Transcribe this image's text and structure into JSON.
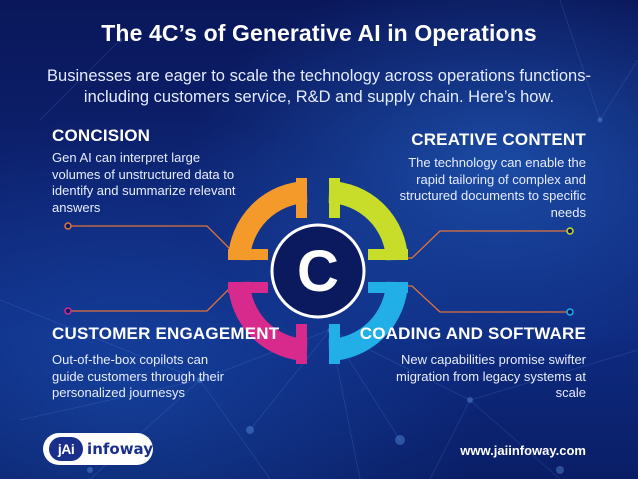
{
  "title": "The 4C’s of Generative AI in Operations",
  "subtitle": "Businesses are eager to scale the technology across operations functions- including customers service, R&D and supply chain. Here’s how.",
  "center_letter": "C",
  "quadrants": {
    "concision": {
      "heading": "CONCISION",
      "text": "Gen AI can interpret large volumes of unstructured data to identify and summarize relevant answers",
      "color": "#f39a2a"
    },
    "creative_content": {
      "heading": "CREATIVE CONTENT",
      "text": "The technology can enable the rapid  tailoring of complex and structured documents to specific needs",
      "color": "#c8dc2a"
    },
    "customer_engagement": {
      "heading": "CUSTOMER ENGAGEMENT",
      "text": "Out-of-the-box copilots can guide customers through their personalized journesys",
      "color": "#d82a8c"
    },
    "coading_software": {
      "heading": "COADING AND SOFTWARE",
      "text": "New capabilities promise swifter migration from legacy systems at scale",
      "color": "#22aee6"
    }
  },
  "logo": {
    "mark": "jAi",
    "name": "infoway"
  },
  "website": "www.jaiinfoway.com",
  "colors": {
    "background": "#0b1a5e",
    "center_ring": "#ffffff",
    "connector": "#e07a3a"
  }
}
